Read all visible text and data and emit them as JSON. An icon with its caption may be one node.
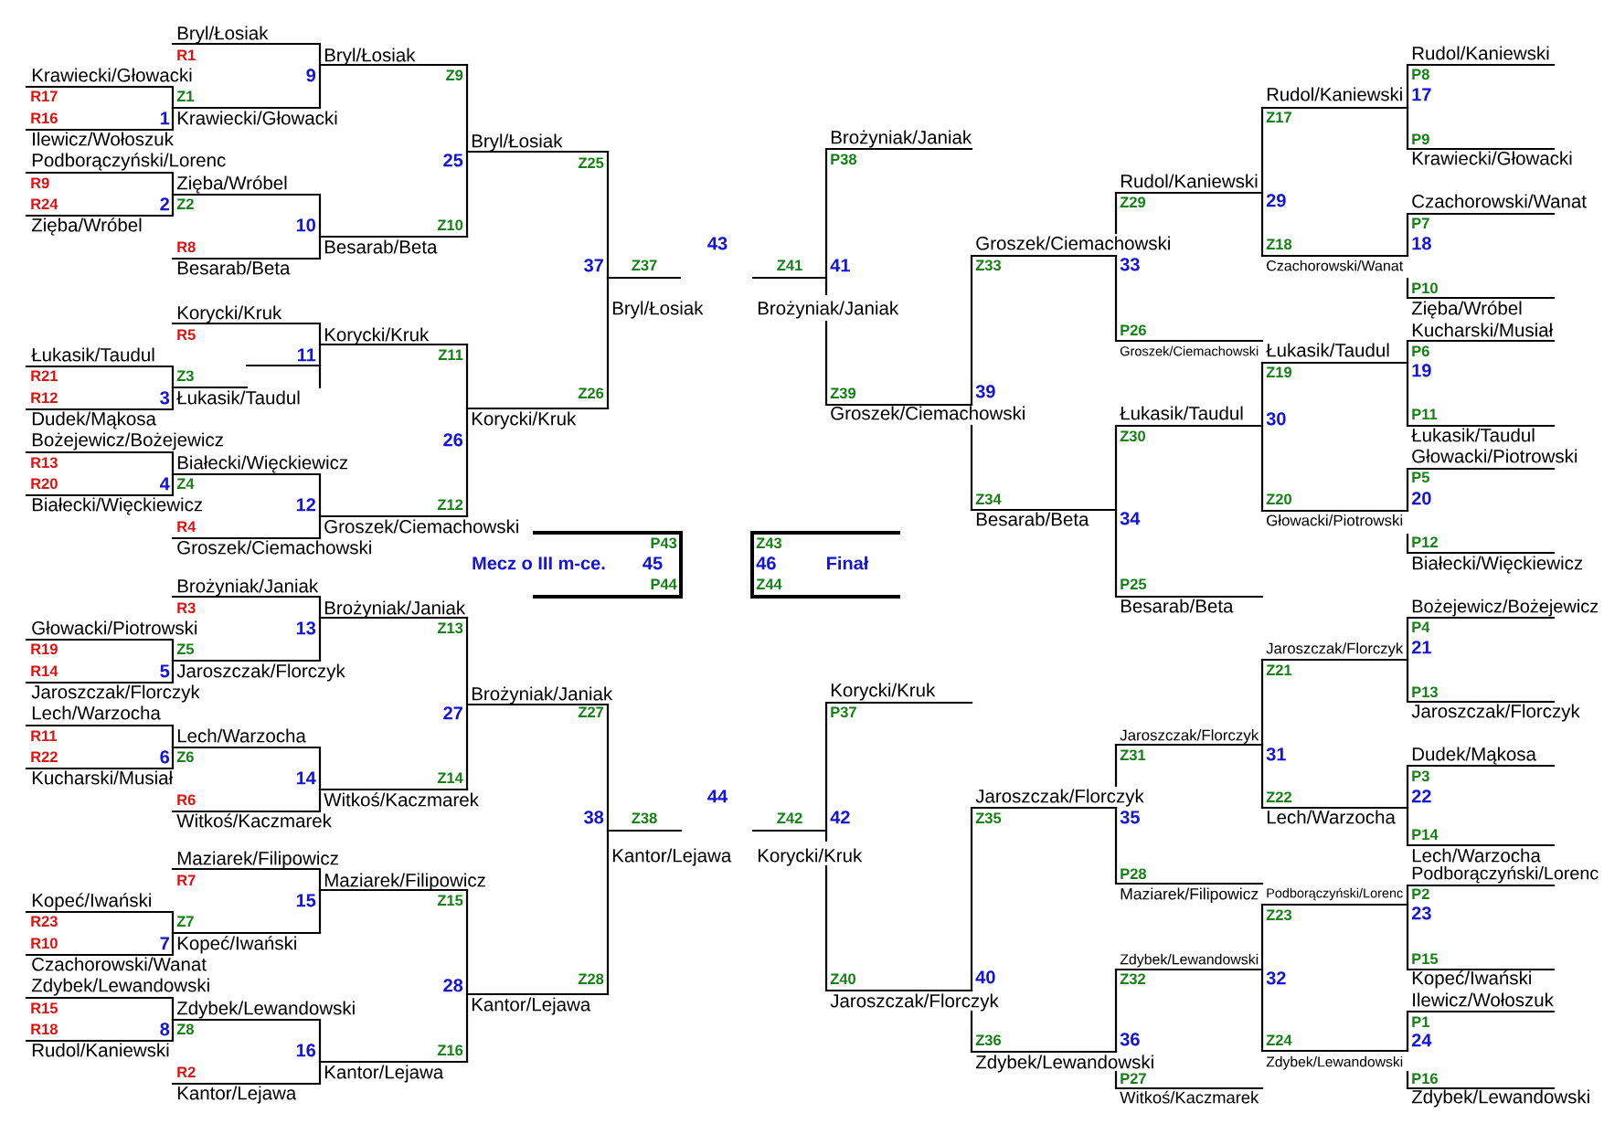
{
  "diagram": {
    "labels": [
      "Bryl/Łosiak",
      "R1",
      "Bryl/Łosiak",
      "Krawiecki/Głowacki",
      "9",
      "Z9",
      "R17",
      "Z1",
      "R16",
      "1",
      "Krawiecki/Głowacki",
      "Ilewicz/Wołoszuk",
      "Bryl/Łosiak",
      "Podborączyński/Lorenc",
      "25",
      "R9",
      "Zięba/Wróbel",
      "R24",
      "2",
      "Z2",
      "Zięba/Wróbel",
      "10",
      "Z10",
      "R8",
      "Besarab/Beta",
      "Besarab/Beta",
      "Korycki/Kruk",
      "R5",
      "Korycki/Kruk",
      "Łukasik/Taudul",
      "11",
      "Z11",
      "R21",
      "Z3",
      "R12",
      "3",
      "Łukasik/Taudul",
      "Dudek/Mąkosa",
      "Korycki/Kruk",
      "Bożejewicz/Bożejewicz",
      "26",
      "R13",
      "Białecki/Więckiewicz",
      "R20",
      "4",
      "Z4",
      "Białecki/Więckiewicz",
      "12",
      "Z12",
      "R4",
      "Groszek/Ciemachowski",
      "Groszek/Ciemachowski",
      "Brożyniak/Janiak",
      "R3",
      "Brożyniak/Janiak",
      "Głowacki/Piotrowski",
      "13",
      "Z13",
      "R19",
      "Z5",
      "R14",
      "5",
      "Jaroszczak/Florczyk",
      "Jaroszczak/Florczyk",
      "Brożyniak/Janiak",
      "Lech/Warzocha",
      "27",
      "R11",
      "Lech/Warzocha",
      "R22",
      "6",
      "Z6",
      "Kucharski/Musiał",
      "14",
      "Z14",
      "R6",
      "Witkoś/Kaczmarek",
      "Witkoś/Kaczmarek",
      "Maziarek/Filipowicz",
      "R7",
      "Maziarek/Filipowicz",
      "Kopeć/Iwański",
      "15",
      "Z15",
      "R23",
      "Z7",
      "R10",
      "7",
      "Kopeć/Iwański",
      "Czachorowski/Wanat",
      "Kantor/Lejawa",
      "Zdybek/Lewandowski",
      "28",
      "R15",
      "Zdybek/Lewandowski",
      "R18",
      "8",
      "Z8",
      "Rudol/Kaniewski",
      "16",
      "Z16",
      "R2",
      "Kantor/Lejawa",
      "Kantor/Lejawa",
      "Z25",
      "37",
      "Z37",
      "43",
      "Bryl/Łosiak",
      "Z26",
      "Brożyniak/Janiak",
      "P38",
      "Z41",
      "41",
      "Brożyniak/Janiak",
      "Z39",
      "Groszek/Ciemachowski",
      "Groszek/Ciemachowski",
      "Z33",
      "39",
      "Z34",
      "Besarab/Beta",
      "Mecz o III m-ce.",
      "P43",
      "45",
      "P44",
      "Z43",
      "46",
      "Z44",
      "Finał",
      "Z27",
      "38",
      "Z38",
      "44",
      "Kantor/Lejawa",
      "Z28",
      "Korycki/Kruk",
      "P37",
      "Z42",
      "42",
      "Korycki/Kruk",
      "Z40",
      "Jaroszczak/Florczyk",
      "Jaroszczak/Florczyk",
      "Z35",
      "40",
      "Z36",
      "Zdybek/Lewandowski",
      "Rudol/Kaniewski",
      "P8",
      "Rudol/Kaniewski",
      "17",
      "Z17",
      "P9",
      "Krawiecki/Głowacki",
      "Rudol/Kaniewski",
      "Z29",
      "29",
      "Czachorowski/Wanat",
      "P7",
      "Z18",
      "18",
      "33",
      "Czachorowski/Wanat",
      "P10",
      "Zięba/Wróbel",
      "P26",
      "Kucharski/Musiał",
      "Groszek/Ciemachowski",
      "Łukasik/Taudul",
      "P6",
      "Z19",
      "19",
      "Łukasik/Taudul",
      "30",
      "P11",
      "Z30",
      "Łukasik/Taudul",
      "Głowacki/Piotrowski",
      "P5",
      "Z20",
      "20",
      "34",
      "Głowacki/Piotrowski",
      "P12",
      "Białecki/Więckiewicz",
      "P25",
      "Besarab/Beta",
      "Bożejewicz/Bożejewicz",
      "P4",
      "Jaroszczak/Florczyk",
      "21",
      "Z21",
      "P13",
      "Jaroszczak/Florczyk",
      "Jaroszczak/Florczyk",
      "Z31",
      "31",
      "Dudek/Mąkosa",
      "P3",
      "Z22",
      "22",
      "35",
      "Lech/Warzocha",
      "P14",
      "Lech/Warzocha",
      "P28",
      "Podborączyński/Lorenc",
      "Maziarek/Filipowicz",
      "Podborączyński/Lorenc",
      "P2",
      "Z23",
      "23",
      "Zdybek/Lewandowski",
      "P15",
      "Z32",
      "32",
      "Kopeć/Iwański",
      "Ilewicz/Wołoszuk",
      "P1",
      "36",
      "Z24",
      "24",
      "Zdybek/Lewandowski",
      "P27",
      "P16",
      "Witkoś/Kaczmarek",
      "Zdybek/Lewandowski"
    ]
  }
}
